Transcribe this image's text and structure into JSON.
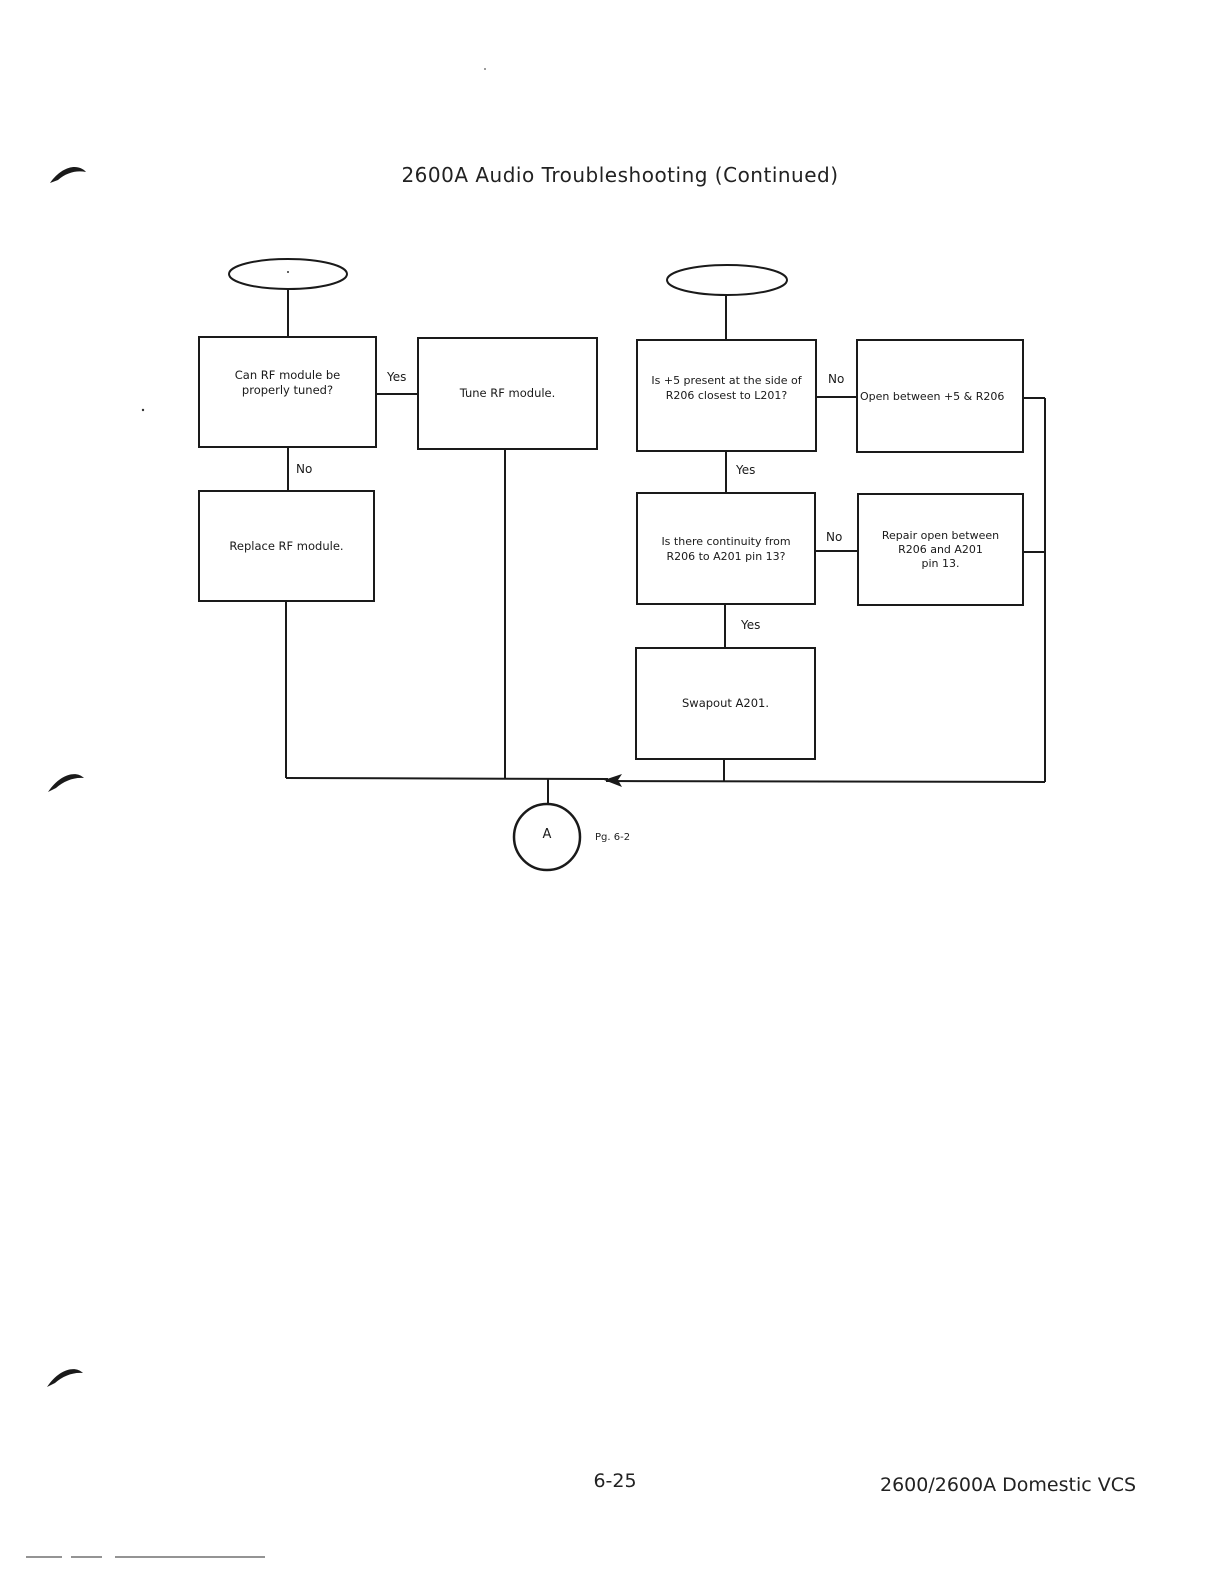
{
  "title": "2600A Audio Troubleshooting (Continued)",
  "start_terminals": {
    "left": "",
    "right": ""
  },
  "boxes": {
    "can_rf_tuned": [
      "Can RF module be",
      "properly tuned?"
    ],
    "tune_rf": [
      "Tune RF module."
    ],
    "replace_rf": [
      "Replace RF module."
    ],
    "is_5v_present": [
      "Is +5 present at the side of",
      "R206 closest to L201?"
    ],
    "open_between": [
      "Open between +5 & R206"
    ],
    "is_continuity": [
      "Is there continuity from",
      "R206 to A201 pin 13?"
    ],
    "repair_open": [
      "Repair open between",
      "R206 and A201",
      "pin 13."
    ],
    "swapout": [
      "Swapout A201."
    ]
  },
  "branch_labels": {
    "can_rf_yes": "Yes",
    "can_rf_no": "No",
    "is_5v_no": "No",
    "is_5v_yes": "Yes",
    "continuity_no": "No",
    "continuity_yes": "Yes"
  },
  "end_connector": {
    "label": "A",
    "page_ref": "Pg. 6-2"
  },
  "footer": {
    "page_number": "6-25",
    "document_title": "2600/2600A Domestic VCS"
  },
  "colors": {
    "ink": "#1a1a1a",
    "background": "#ffffff"
  }
}
